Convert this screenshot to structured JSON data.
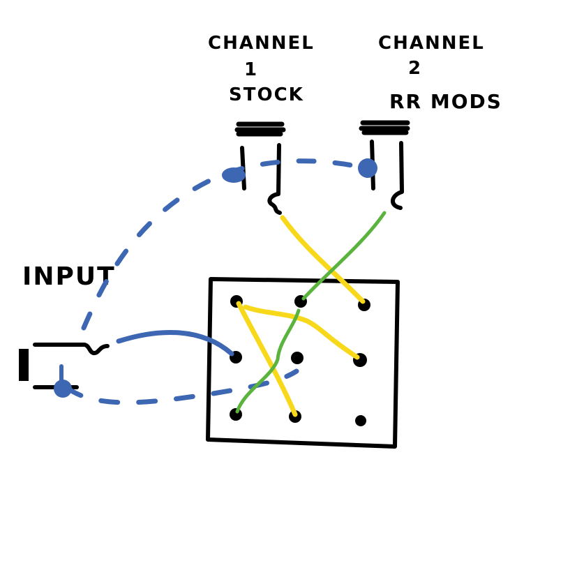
{
  "diagram": {
    "type": "wiring-sketch",
    "labels": {
      "channel1_line1": "CHANNEL",
      "channel1_line2": "1",
      "channel1_line3": "STOCK",
      "channel2_line1": "CHANNEL",
      "channel2_line2": "2",
      "channel2_line3": "RR MODS",
      "input": "INPUT"
    },
    "components": [
      {
        "id": "jack-channel-1",
        "kind": "output-jack",
        "label": "CHANNEL 1 STOCK",
        "terminals": [
          "sleeve",
          "tip"
        ]
      },
      {
        "id": "jack-channel-2",
        "kind": "output-jack",
        "label": "CHANNEL 2 RR MODS",
        "terminals": [
          "sleeve",
          "tip"
        ]
      },
      {
        "id": "jack-input",
        "kind": "input-jack",
        "label": "INPUT",
        "terminals": [
          "tip",
          "sleeve"
        ]
      },
      {
        "id": "switch",
        "kind": "switch-3x3",
        "lugs": [
          [
            "r1c1",
            "r1c2",
            "r1c3"
          ],
          [
            "r2c1",
            "r2c2",
            "r2c3"
          ],
          [
            "r3c1",
            "r3c2",
            "r3c3"
          ]
        ]
      }
    ],
    "wires": [
      {
        "id": "ground-bus",
        "color": "blue",
        "style": "dashed",
        "connects": [
          "jack-channel-1.sleeve",
          "jack-channel-2.sleeve",
          "jack-input.sleeve",
          "switch.r2c2-area"
        ]
      },
      {
        "id": "input-signal",
        "color": "blue",
        "style": "solid",
        "connects": [
          "jack-input.tip",
          "switch.r2c1"
        ]
      },
      {
        "id": "ch1-tip",
        "color": "yellow",
        "style": "solid",
        "connects": [
          "jack-channel-1.tip",
          "switch.r1c3"
        ]
      },
      {
        "id": "ch2-tip",
        "color": "green",
        "style": "solid",
        "connects": [
          "jack-channel-2.tip",
          "switch.r1c2"
        ]
      },
      {
        "id": "jumper-a",
        "color": "yellow",
        "style": "solid",
        "connects": [
          "switch.r1c1",
          "switch.r3c2"
        ]
      },
      {
        "id": "jumper-b",
        "color": "yellow",
        "style": "solid",
        "connects": [
          "switch.r1c1",
          "switch.r2c3"
        ]
      },
      {
        "id": "jumper-c",
        "color": "green",
        "style": "solid",
        "connects": [
          "switch.r1c2",
          "switch.r3c1"
        ]
      }
    ],
    "colors": {
      "ink": "#000000",
      "blue": "#3d66b3",
      "yellow": "#f7d81a",
      "green": "#5ab33c",
      "background": "#ffffff"
    }
  }
}
